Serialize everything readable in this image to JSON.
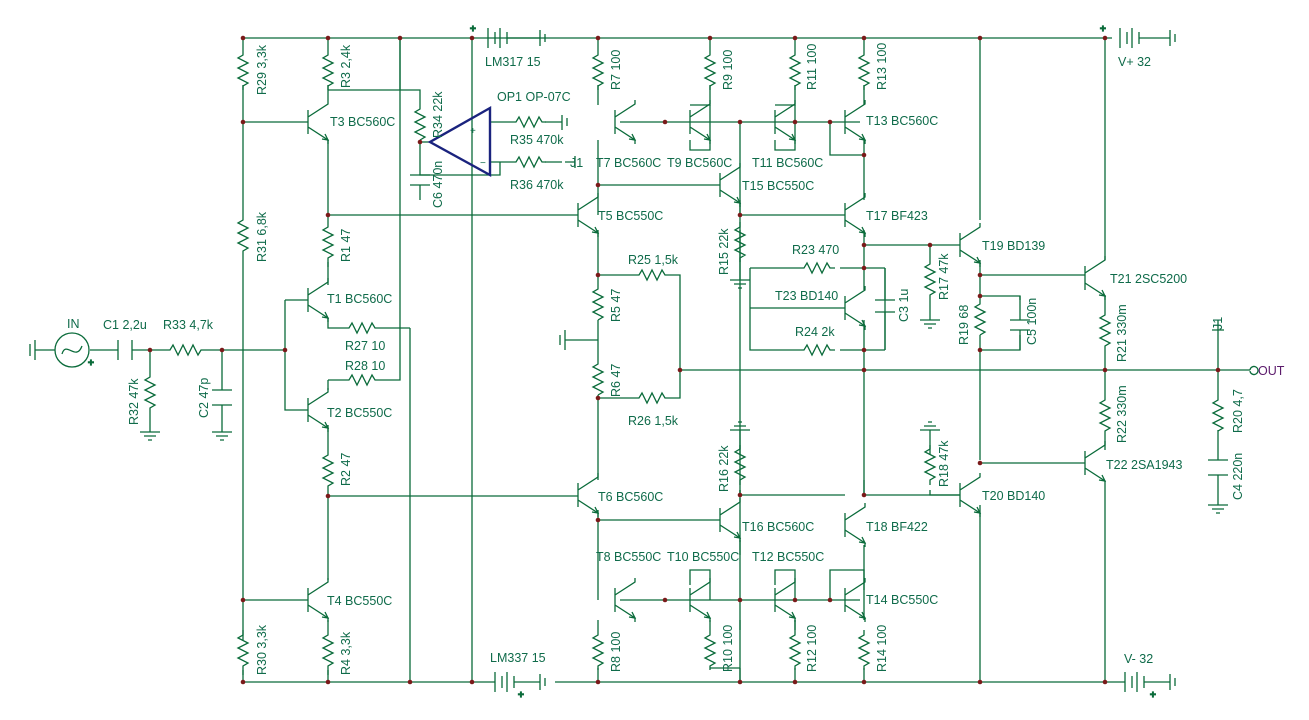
{
  "labels": {
    "IN": "IN",
    "C1": "C1 2,2u",
    "R33": "R33 4,7k",
    "R32": "R32 47k",
    "C2": "C2 47p",
    "R29": "R29 3,3k",
    "R3": "R3 2,4k",
    "T3": "T3 BC560C",
    "R31": "R31 6,8k",
    "R1": "R1 47",
    "T1": "T1 BC560C",
    "R27": "R27 10",
    "R28": "R28 10",
    "T2": "T2 BC550C",
    "R2": "R2 47",
    "T4": "T4 BC550C",
    "R30": "R30 3,3k",
    "R4": "R4 3,3k",
    "R34": "R34 22k",
    "C6": "C6 470n",
    "OP1": "OP1 OP-07C",
    "R35": "R35 470k",
    "R36": "R36 470k",
    "J1a": "J1",
    "LM317": "LM317 15",
    "LM337": "LM337 15",
    "R7": "R7 100",
    "R9": "R9 100",
    "R11": "R11 100",
    "R13": "R13 100",
    "T7": "T7 BC560C",
    "T9": "T9 BC560C",
    "T11": "T11 BC560C",
    "T13": "T13 BC560C",
    "T5": "T5 BC550C",
    "T15": "T15 BC550C",
    "T17": "T17 BF423",
    "R15": "R15 22k",
    "R23": "R23 470",
    "T23": "T23 BD140",
    "C3": "C3 1u",
    "R24": "R24 2k",
    "R17": "R17 47k",
    "T19": "T19 BD139",
    "R19": "R19 68",
    "C5": "C5 100n",
    "R25": "R25 1,5k",
    "R5": "R5 47",
    "R6": "R6 47",
    "R26": "R26 1,5k",
    "T6": "T6 BC560C",
    "R16": "R16 22k",
    "T16": "T16 BC560C",
    "T18": "T18 BF422",
    "R18": "R18 47k",
    "T20": "T20 BD140",
    "T8": "T8 BC550C",
    "T10": "T10 BC550C",
    "T12": "T12 BC550C",
    "T14": "T14 BC550C",
    "R8": "R8 100",
    "R10": "R10 100",
    "R12": "R12 100",
    "R14": "R14 100",
    "Vplus": "V+ 32",
    "Vminus": "V- 32",
    "T21": "T21 2SC5200",
    "T22": "T22 2SA1943",
    "R21": "R21 330m",
    "R22": "R22 330m",
    "J1b": "J1",
    "R20": "R20 4,7",
    "C4": "C4 220n",
    "OUT": "OUT"
  }
}
